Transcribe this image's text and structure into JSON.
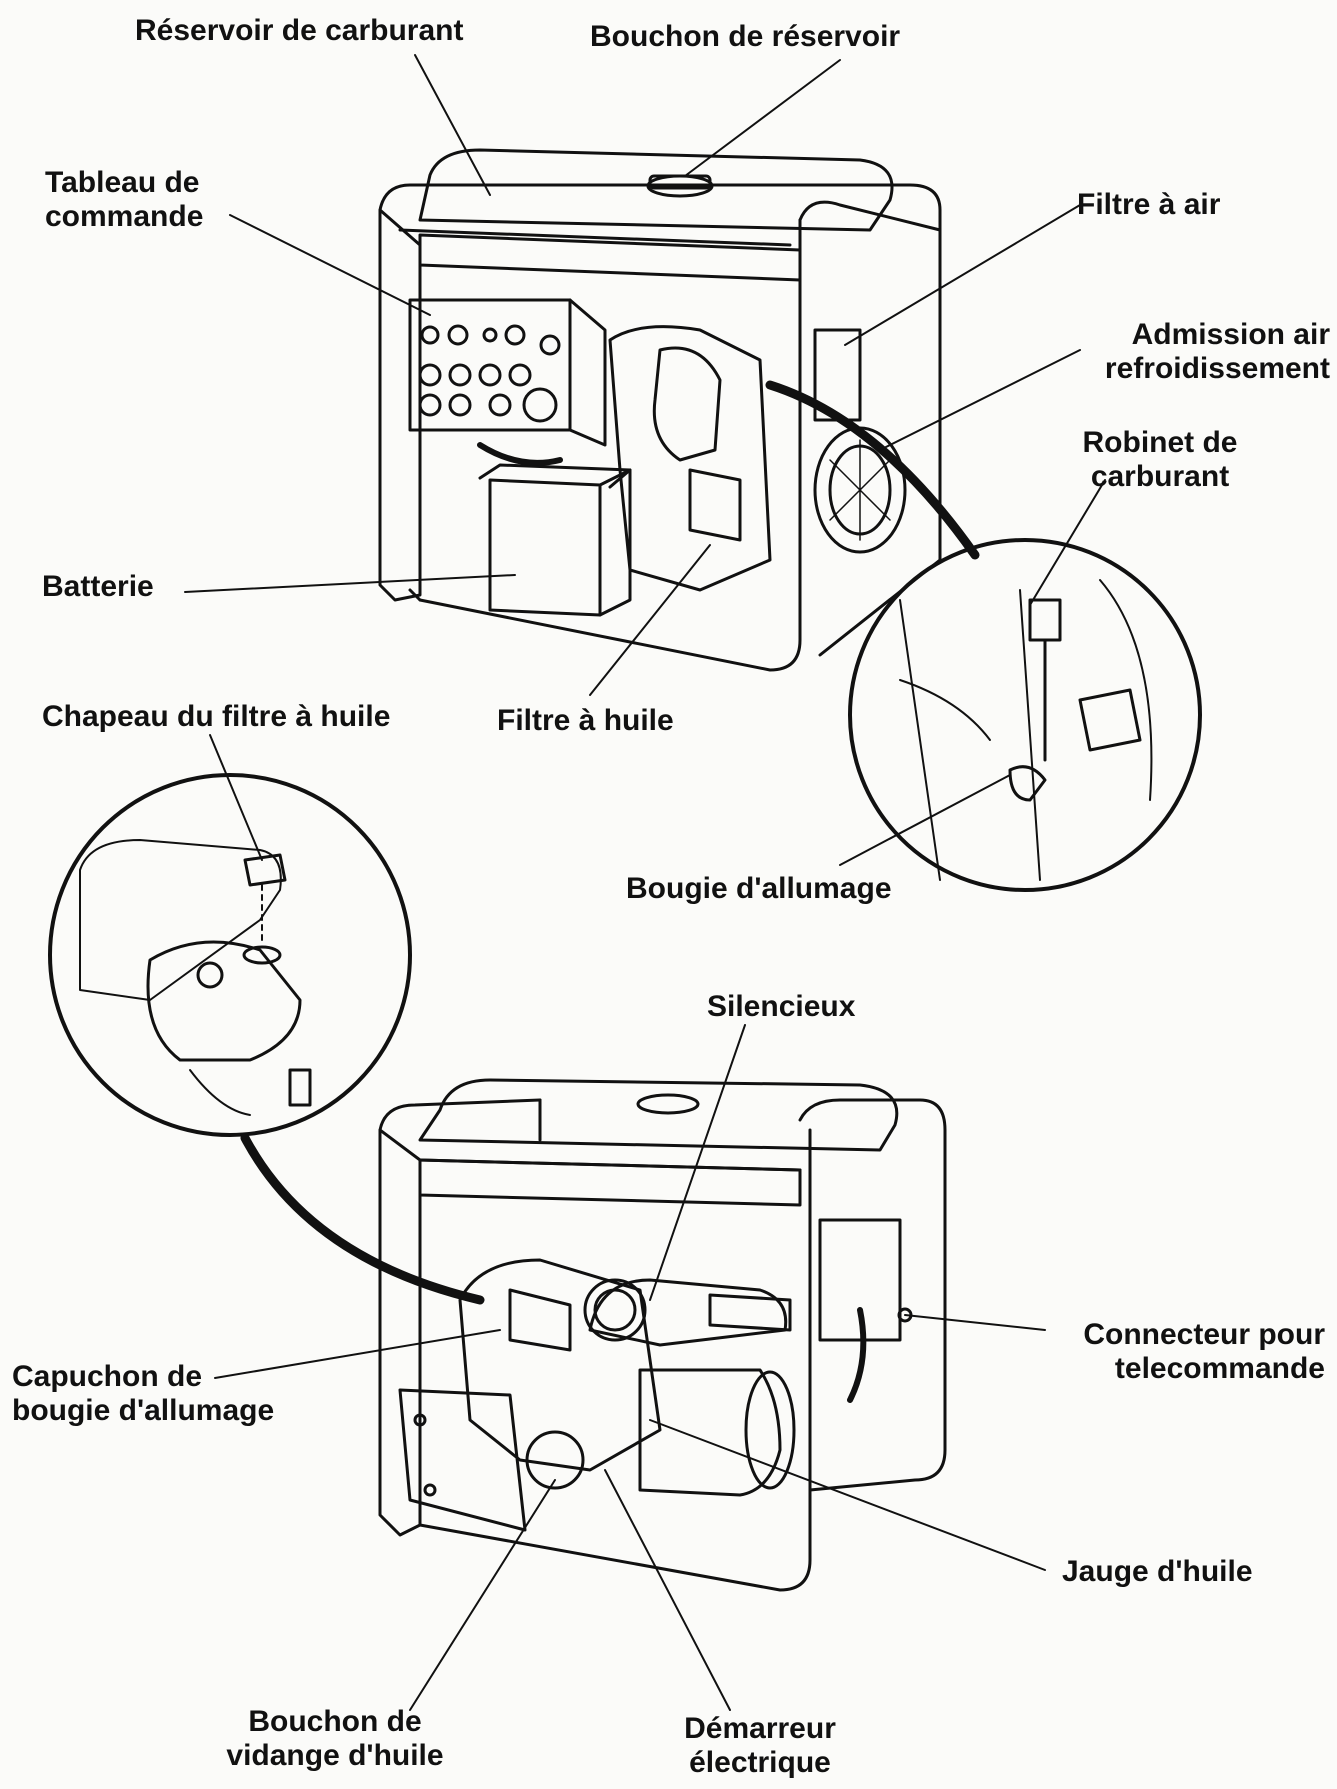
{
  "labels": {
    "reservoir_carburant": "Réservoir de carburant",
    "bouchon_reservoir": "Bouchon de réservoir",
    "tableau_commande": [
      "Tableau de",
      "commande"
    ],
    "filtre_air": "Filtre à air",
    "admission_air": [
      "Admission air",
      "refroidissement"
    ],
    "robinet_carburant": [
      "Robinet de",
      "carburant"
    ],
    "batterie": "Batterie",
    "filtre_huile": "Filtre à huile",
    "chapeau_filtre_huile": "Chapeau du filtre à huile",
    "bougie_allumage": "Bougie d'allumage",
    "silencieux": "Silencieux",
    "connecteur_telecommande": [
      "Connecteur pour",
      "telecommande"
    ],
    "capuchon_bougie": [
      "Capuchon de",
      "bougie d'allumage"
    ],
    "jauge_huile": "Jauge d'huile",
    "bouchon_vidange": [
      "Bouchon de",
      "vidange d'huile"
    ],
    "demarreur": [
      "Démarreur",
      "électrique"
    ]
  }
}
